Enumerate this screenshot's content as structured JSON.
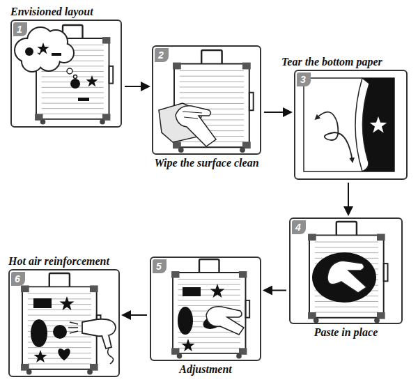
{
  "diagram": {
    "nodes": [
      {
        "text": [
          "1",
          "Envisioned layout"
        ]
      },
      {
        "text": [
          "2",
          "Wipe the surface clean"
        ]
      },
      {
        "text": [
          "3",
          "Tear the bottom paper"
        ]
      },
      {
        "text": [
          "4",
          "Paste in place"
        ]
      },
      {
        "text": [
          "5",
          "Adjustment"
        ]
      },
      {
        "text": [
          "6",
          "Hot air reinforcement"
        ]
      }
    ],
    "edges": [
      {
        "from": 0,
        "to": 1,
        "arrow": "to"
      },
      {
        "from": 1,
        "to": 2,
        "arrow": "to"
      },
      {
        "from": 2,
        "to": 3,
        "arrow": "to"
      },
      {
        "from": 3,
        "to": 4,
        "arrow": "to"
      },
      {
        "from": 4,
        "to": 5,
        "arrow": "to"
      }
    ]
  }
}
